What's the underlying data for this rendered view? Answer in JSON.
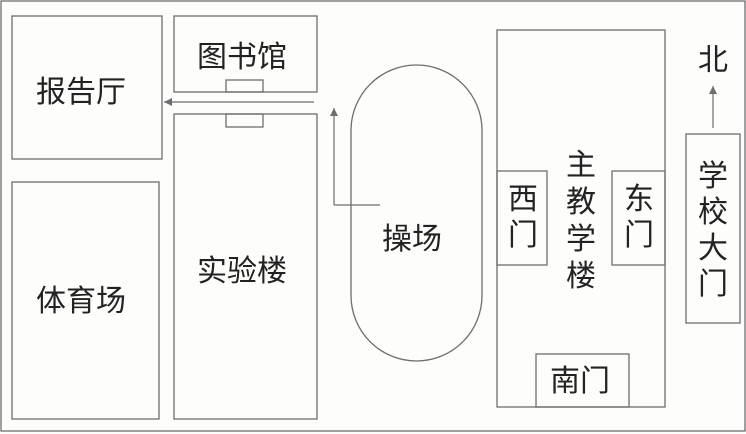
{
  "labels": {
    "report_hall": "报告厅",
    "library": "图书馆",
    "lab_building": "实验楼",
    "gym": "体育场",
    "playground": "操场",
    "main_building": "主教学楼",
    "west_gate": "西门",
    "east_gate": "东门",
    "south_gate": "南门",
    "school_gate": "学校大门",
    "north": "北"
  }
}
